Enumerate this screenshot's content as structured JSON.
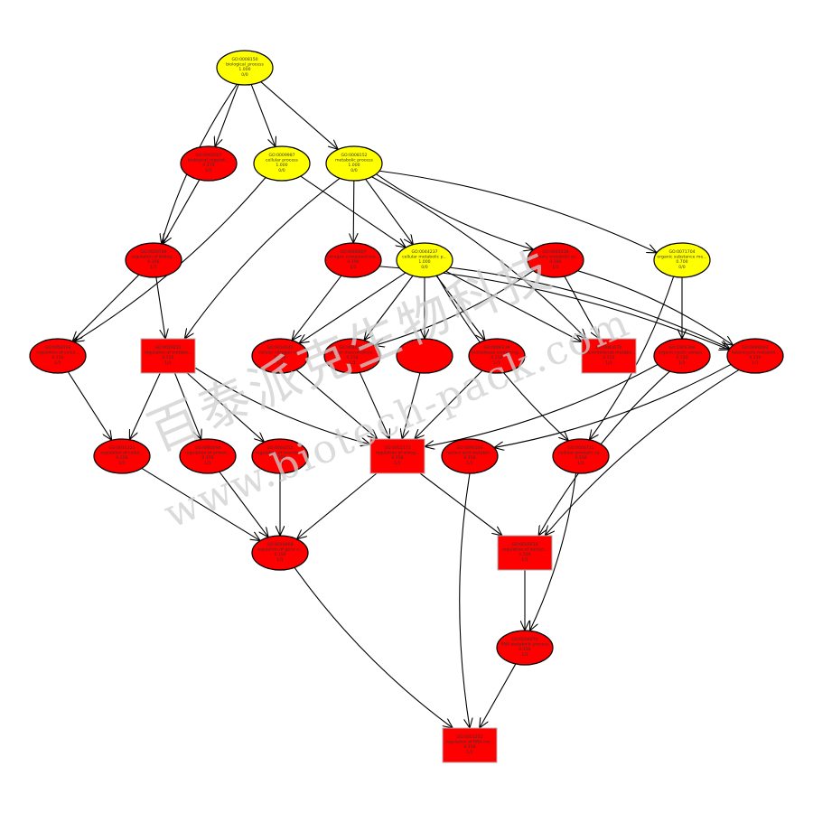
{
  "colors": {
    "significant": "#ff0000",
    "ancestor": "#ffff00",
    "edge": "#000000",
    "watermark": "#cfcfcf"
  },
  "watermark": {
    "line1": "百泰派克生物科技",
    "line2": "www.biotech-pack.com"
  },
  "nodes": [
    {
      "id": "n1",
      "shape": "ellipse",
      "color": "ancestor",
      "lines": [
        "GO:0008150",
        "biological_process",
        "1.000",
        "0/0"
      ]
    },
    {
      "id": "n2",
      "shape": "ellipse",
      "color": "significant",
      "lines": [
        "GO:0065007",
        "biological_regulati...",
        "0.170",
        "1/1"
      ]
    },
    {
      "id": "n3",
      "shape": "ellipse",
      "color": "ancestor",
      "lines": [
        "GO:0009987",
        "cellular process",
        "1.000",
        "0/0"
      ]
    },
    {
      "id": "n4",
      "shape": "ellipse",
      "color": "ancestor",
      "lines": [
        "GO:0008152",
        "metabolic process",
        "1.000",
        "0/0"
      ]
    },
    {
      "id": "n5",
      "shape": "ellipse",
      "color": "significant",
      "lines": [
        "GO:0050789",
        "regulation of biolog...",
        "0.160",
        "1/1"
      ]
    },
    {
      "id": "n6",
      "shape": "ellipse",
      "color": "significant",
      "lines": [
        "GO:0006807",
        "nitrogen compound me...",
        "0.190",
        "1/1"
      ]
    },
    {
      "id": "n7",
      "shape": "ellipse",
      "color": "ancestor",
      "lines": [
        "GO:0044237",
        "cellular metabolic p...",
        "1.000",
        "0/0"
      ]
    },
    {
      "id": "n8",
      "shape": "ellipse",
      "color": "significant",
      "lines": [
        "GO:0044238",
        "primary metabolic pr...",
        "0.180",
        "1/1"
      ]
    },
    {
      "id": "n9",
      "shape": "ellipse",
      "color": "ancestor",
      "lines": [
        "GO:0071704",
        "organic substance me...",
        "0.700",
        "0/0"
      ]
    },
    {
      "id": "n10",
      "shape": "ellipse",
      "color": "significant",
      "lines": [
        "GO:0050794",
        "regulation of cellul...",
        "0.150",
        "1/1"
      ]
    },
    {
      "id": "n11",
      "shape": "box",
      "color": "significant",
      "lines": [
        "GO:0019222",
        "regulation of metabo...",
        "0.150",
        "1/1"
      ]
    },
    {
      "id": "n12",
      "shape": "ellipse",
      "color": "significant",
      "lines": [
        "GO:0034641",
        "cellular nitrogen co...",
        "0.150",
        "1/1"
      ]
    },
    {
      "id": "n13",
      "shape": "ellipse",
      "color": "significant",
      "lines": [
        "GO:0044260",
        "cellular macromolecu...",
        "0.150",
        "1/1"
      ]
    },
    {
      "id": "n14",
      "shape": "ellipse",
      "color": "significant",
      "lines": [
        "",
        "",
        "",
        ""
      ]
    },
    {
      "id": "n15",
      "shape": "ellipse",
      "color": "significant",
      "lines": [
        "GO:0006139",
        "nucleobase-containing...",
        "0.150",
        "1/1"
      ]
    },
    {
      "id": "n16",
      "shape": "box",
      "color": "significant",
      "lines": [
        "GO:0043170",
        "macromolecule metabo...",
        "0.150",
        "1/1"
      ]
    },
    {
      "id": "n17",
      "shape": "ellipse",
      "color": "significant",
      "lines": [
        "GO:1901360",
        "organic cyclic compo...",
        "0.150",
        "1/1"
      ]
    },
    {
      "id": "n18",
      "shape": "ellipse",
      "color": "significant",
      "lines": [
        "GO:0046483",
        "heterocycle metaboli...",
        "0.150",
        "1/1"
      ]
    },
    {
      "id": "n19",
      "shape": "ellipse",
      "color": "significant",
      "lines": [
        "GO:0031323",
        "regulation of cellul...",
        "0.150",
        "1/1"
      ]
    },
    {
      "id": "n20",
      "shape": "ellipse",
      "color": "significant",
      "lines": [
        "GO:0080090",
        "regulation of primar...",
        "0.150",
        "1/1"
      ]
    },
    {
      "id": "n21",
      "shape": "ellipse",
      "color": "significant",
      "lines": [
        "GO:0060255",
        "regulation of macrom...",
        "0.150",
        "1/1"
      ]
    },
    {
      "id": "n22",
      "shape": "box",
      "color": "significant",
      "lines": [
        "GO:0051171",
        "regulation of nitrog...",
        "0.150",
        "1/1"
      ]
    },
    {
      "id": "n23",
      "shape": "ellipse",
      "color": "significant",
      "lines": [
        "GO:0090304",
        "nucleic acid metabol...",
        "0.150",
        "1/1"
      ]
    },
    {
      "id": "n24",
      "shape": "ellipse",
      "color": "significant",
      "lines": [
        "GO:0006725",
        "cellular aromatic co...",
        "0.150",
        "1/1"
      ]
    },
    {
      "id": "n25",
      "shape": "ellipse",
      "color": "significant",
      "lines": [
        "GO:0010468",
        "regulation of gene e...",
        "0.150",
        "1/1"
      ]
    },
    {
      "id": "n26",
      "shape": "box",
      "color": "significant",
      "lines": [
        "GO:0019219",
        "regulation of nucleo...",
        "0.150",
        "1/1"
      ]
    },
    {
      "id": "n27",
      "shape": "ellipse",
      "color": "significant",
      "lines": [
        "GO:0016070",
        "RNA metabolic process",
        "0.150",
        "1/1"
      ]
    },
    {
      "id": "n28",
      "shape": "box",
      "color": "significant",
      "lines": [
        "GO:0051252",
        "regulation of RNA me...",
        "0.150",
        "1/1"
      ]
    }
  ],
  "edges": [
    [
      "n1",
      "n2"
    ],
    [
      "n1",
      "n3"
    ],
    [
      "n1",
      "n4"
    ],
    [
      "n1",
      "n5"
    ],
    [
      "n2",
      "n5"
    ],
    [
      "n3",
      "n7"
    ],
    [
      "n3",
      "n10"
    ],
    [
      "n4",
      "n6"
    ],
    [
      "n4",
      "n7"
    ],
    [
      "n4",
      "n8"
    ],
    [
      "n4",
      "n9"
    ],
    [
      "n4",
      "n11"
    ],
    [
      "n4",
      "n16"
    ],
    [
      "n5",
      "n10"
    ],
    [
      "n5",
      "n11"
    ],
    [
      "n6",
      "n12"
    ],
    [
      "n6",
      "n18"
    ],
    [
      "n7",
      "n12"
    ],
    [
      "n7",
      "n13"
    ],
    [
      "n7",
      "n14"
    ],
    [
      "n7",
      "n15"
    ],
    [
      "n7",
      "n16"
    ],
    [
      "n7",
      "n18"
    ],
    [
      "n7",
      "n24"
    ],
    [
      "n8",
      "n13"
    ],
    [
      "n8",
      "n16"
    ],
    [
      "n8",
      "n18"
    ],
    [
      "n9",
      "n17"
    ],
    [
      "n9",
      "n24"
    ],
    [
      "n10",
      "n19"
    ],
    [
      "n11",
      "n19"
    ],
    [
      "n11",
      "n20"
    ],
    [
      "n11",
      "n21"
    ],
    [
      "n11",
      "n22"
    ],
    [
      "n12",
      "n22"
    ],
    [
      "n13",
      "n22"
    ],
    [
      "n14",
      "n22"
    ],
    [
      "n15",
      "n22"
    ],
    [
      "n17",
      "n22"
    ],
    [
      "n17",
      "n26"
    ],
    [
      "n18",
      "n23"
    ],
    [
      "n18",
      "n26"
    ],
    [
      "n19",
      "n25"
    ],
    [
      "n20",
      "n25"
    ],
    [
      "n21",
      "n25"
    ],
    [
      "n22",
      "n25"
    ],
    [
      "n22",
      "n26"
    ],
    [
      "n23",
      "n28"
    ],
    [
      "n24",
      "n27"
    ],
    [
      "n25",
      "n28"
    ],
    [
      "n26",
      "n27"
    ],
    [
      "n27",
      "n28"
    ]
  ]
}
